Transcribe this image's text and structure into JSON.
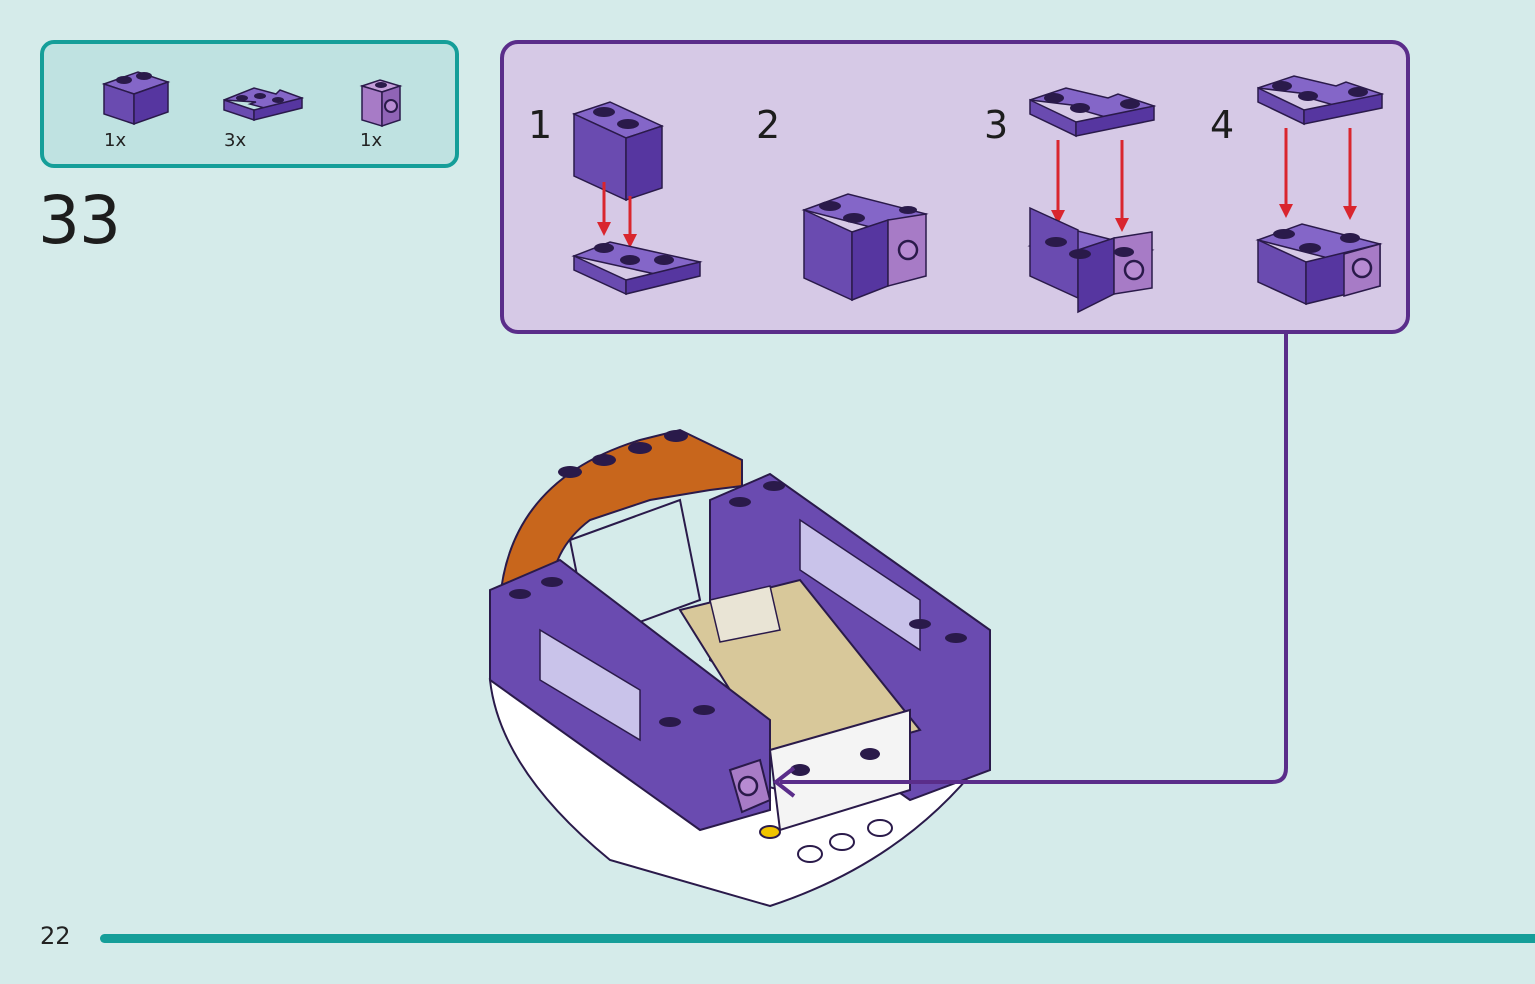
{
  "parts_list": {
    "items": [
      {
        "name": "purple-brick-1x2",
        "quantity": "1x",
        "color": "#6a4bb0"
      },
      {
        "name": "purple-corner-plate",
        "quantity": "3x",
        "color": "#6a4bb0"
      },
      {
        "name": "lavender-brick-1x1-with-stud-side",
        "quantity": "1x",
        "color": "#a77bc6"
      }
    ]
  },
  "step": {
    "number": "33"
  },
  "substeps": [
    {
      "label": "1"
    },
    {
      "label": "2"
    },
    {
      "label": "3"
    },
    {
      "label": "4"
    }
  ],
  "page": {
    "number": "22"
  },
  "colors": {
    "background": "#d5ebea",
    "teal_accent": "#159e99",
    "callout_border": "#5a2d8a",
    "callout_fill": "#d6c9e6",
    "brick_purple": "#6a4bb0",
    "brick_orange": "#c8661c",
    "arrow_red": "#d9252e"
  }
}
